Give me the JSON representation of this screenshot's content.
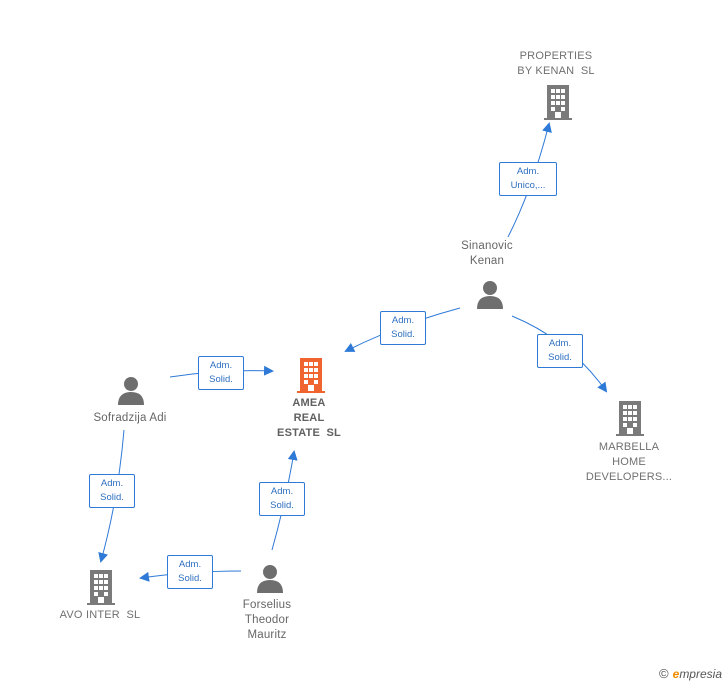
{
  "colors": {
    "edge": "#2e7ad6",
    "company": "#7a7a7a",
    "focus_company": "#f0642f",
    "person": "#6e6e6e"
  },
  "nodes": {
    "properties_kenan": {
      "label": "PROPERTIES\nBY KENAN  SL",
      "icon": "building-icon"
    },
    "sinanovic": {
      "label": "Sinanovic\nKenan",
      "icon": "person-icon"
    },
    "amea": {
      "label": "AMEA\nREAL\nESTATE  SL",
      "icon": "building-icon"
    },
    "sofradzija": {
      "label": "Sofradzija Adi",
      "icon": "person-icon"
    },
    "marbella": {
      "label": "MARBELLA\nHOME\nDEVELOPERS...",
      "icon": "building-icon"
    },
    "avo_inter": {
      "label": "AVO INTER  SL",
      "icon": "building-icon"
    },
    "forselius": {
      "label": "Forselius\nTheodor\nMauritz",
      "icon": "person-icon"
    }
  },
  "edges": {
    "sinanovic_properties": "Adm.\nUnico,...",
    "sinanovic_amea": "Adm.\nSolid.",
    "sinanovic_marbella": "Adm.\nSolid.",
    "sofradzija_amea": "Adm.\nSolid.",
    "sofradzija_avo": "Adm.\nSolid.",
    "forselius_amea": "Adm.\nSolid.",
    "forselius_avo": "Adm.\nSolid."
  },
  "footer": {
    "copyright": "©",
    "brand_initial": "e",
    "brand_rest": "mpresia"
  }
}
